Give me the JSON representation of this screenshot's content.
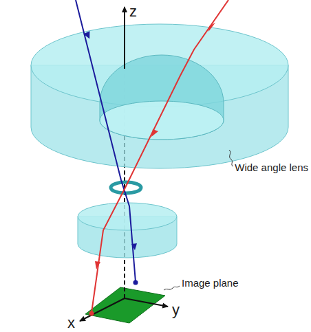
{
  "diagram": {
    "labels": [
      "z",
      "x",
      "y",
      "Wide angle lens",
      "Image plane"
    ]
  }
}
